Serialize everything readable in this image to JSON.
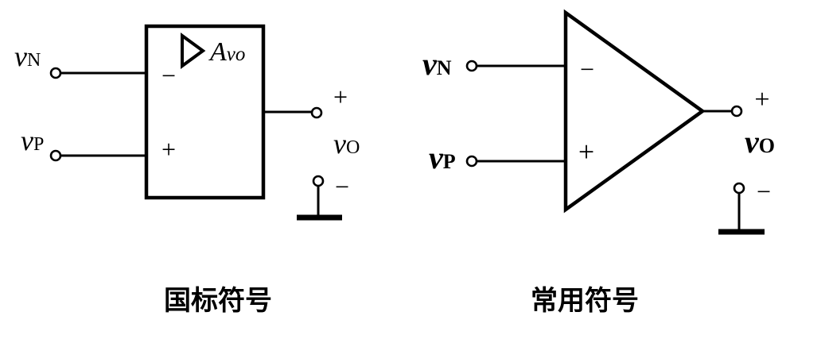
{
  "left_symbol": {
    "caption": "国标符号",
    "input_n": {
      "var": "v",
      "sub": "N"
    },
    "input_p": {
      "var": "v",
      "sub": "P"
    },
    "minus": "−",
    "plus": "+",
    "gain": {
      "var": "A",
      "sub": "vo"
    },
    "output": {
      "var": "v",
      "sub": "O"
    },
    "out_plus": "+",
    "out_minus": "−"
  },
  "right_symbol": {
    "caption": "常用符号",
    "input_n": {
      "var": "v",
      "sub": "N"
    },
    "input_p": {
      "var": "v",
      "sub": "P"
    },
    "minus": "−",
    "plus": "+",
    "output": {
      "var": "v",
      "sub": "O"
    },
    "out_plus": "+",
    "out_minus": "−"
  }
}
